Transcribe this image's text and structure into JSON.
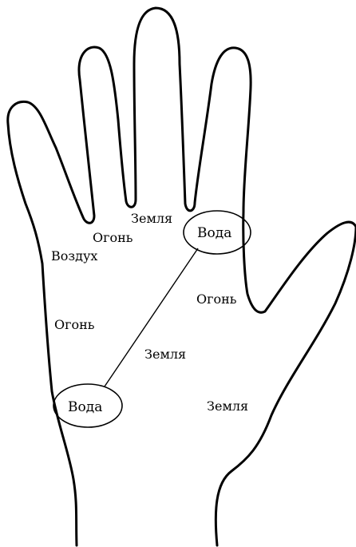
{
  "labels": {
    "zemlya_top": "Земля",
    "ogon_index": "Огонь",
    "vozdukh": "Воздух",
    "voda_top": "Вода",
    "ogon_thumb": "Огонь",
    "ogon_left": "Огонь",
    "zemlya_center": "Земля",
    "voda_bottom": "Вода",
    "zemlya_right": "Земля"
  },
  "colors": {
    "stroke": "#000000",
    "background": "#ffffff"
  }
}
